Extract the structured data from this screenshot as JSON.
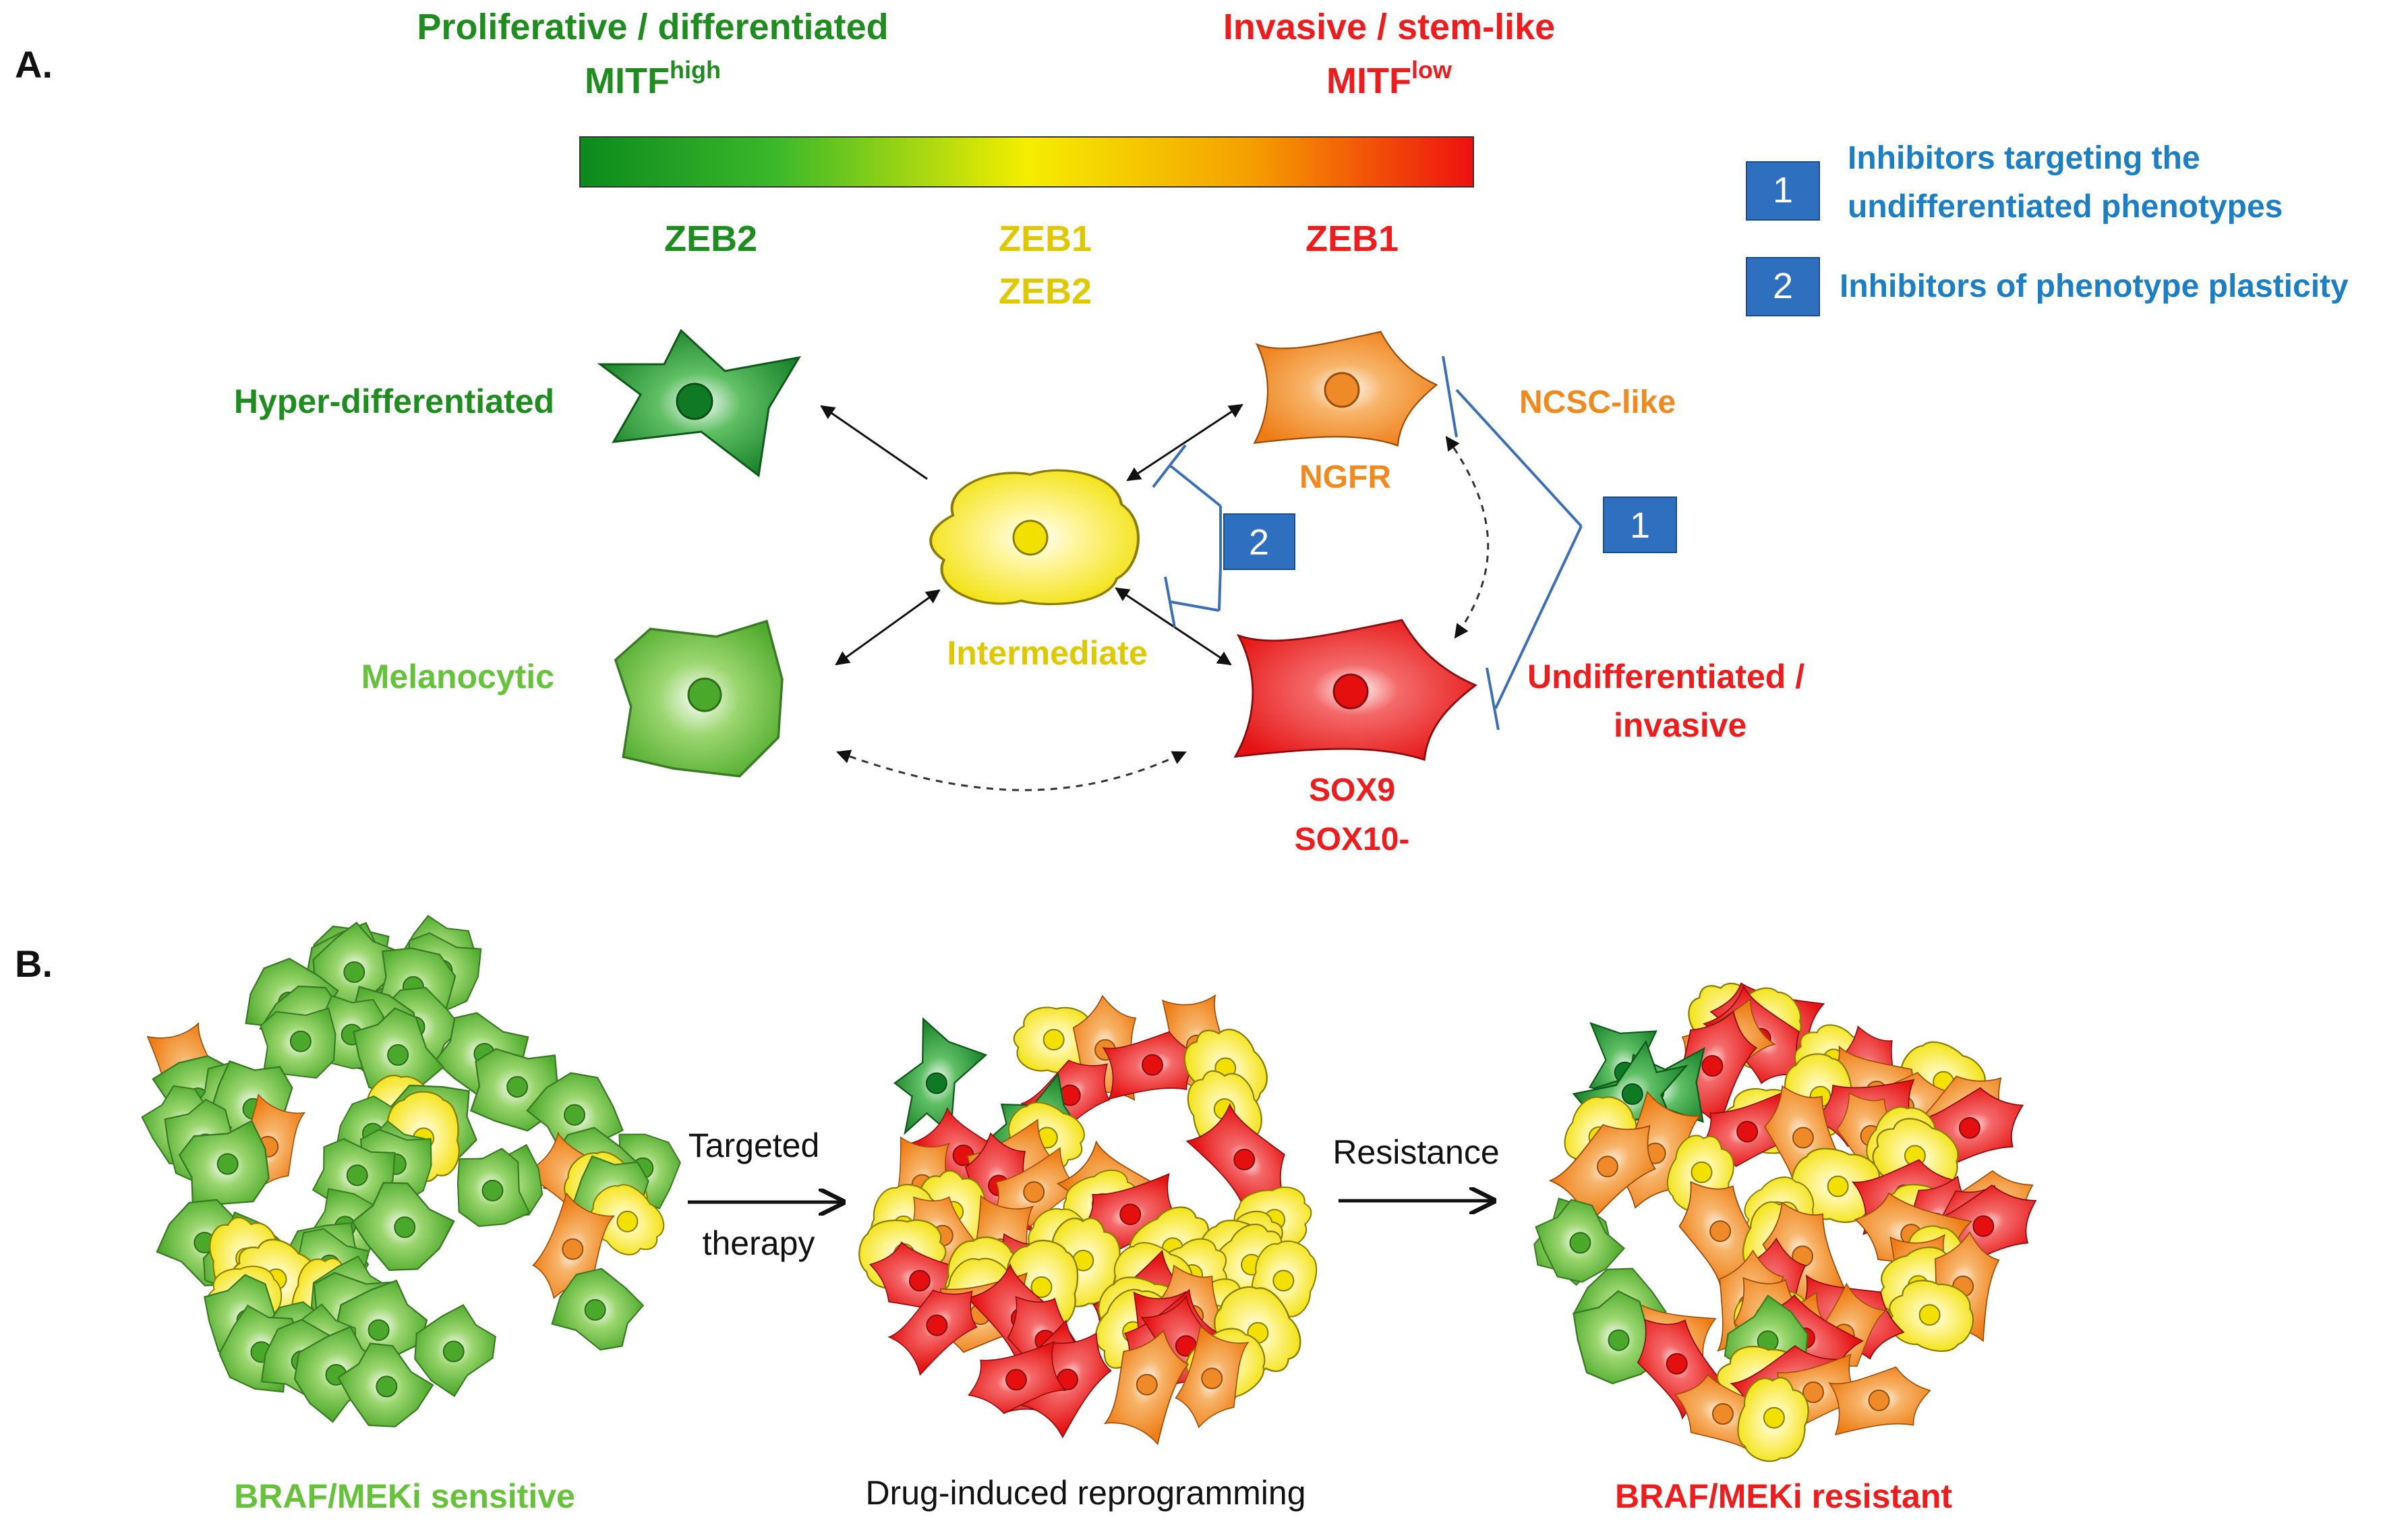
{
  "panel_a": {
    "label": "A.",
    "axis": {
      "left_title": "Proliferative / differentiated",
      "left_mitf": "MITF",
      "left_mitf_sup": "high",
      "right_title": "Invasive / stem-like",
      "right_mitf": "MITF",
      "right_mitf_sup": "low"
    },
    "zeb_labels": {
      "left": "ZEB2",
      "mid_line1": "ZEB1",
      "mid_line2": "ZEB2",
      "right": "ZEB1"
    },
    "states": {
      "hyper_differentiated": "Hyper-differentiated",
      "melanocytic": "Melanocytic",
      "intermediate": "Intermediate",
      "ncsc_like": "NCSC-like",
      "ngfr": "NGFR",
      "undiff_line1": "Undifferentiated /",
      "undiff_line2": "invasive",
      "sox9": "SOX9",
      "sox10": "SOX10-"
    },
    "legend": {
      "item1_number": "1",
      "item1_line1": "Inhibitors targeting the",
      "item1_line2": "undifferentiated phenotypes",
      "item2_number": "2",
      "item2_line1": "Inhibitors of phenotype plasticity"
    },
    "inhibitor_boxes": {
      "box1": "1",
      "box2": "2"
    }
  },
  "panel_b": {
    "label": "B.",
    "sensitive": "BRAF/MEKi sensitive",
    "arrow1_line1": "Targeted",
    "arrow1_line2": "therapy",
    "reprogramming": "Drug-induced reprogramming",
    "arrow2": "Resistance",
    "resistant": "BRAF/MEKi resistant"
  },
  "colors": {
    "dark_green": "#1e8c1e",
    "light_green": "#66c23a",
    "yellow": "#f2e600",
    "yellow_text": "#e0c800",
    "orange": "#f08a1e",
    "red": "#ee1c1c",
    "blue_box": "#2e6fc0",
    "blue_text": "#1c7fc6"
  }
}
